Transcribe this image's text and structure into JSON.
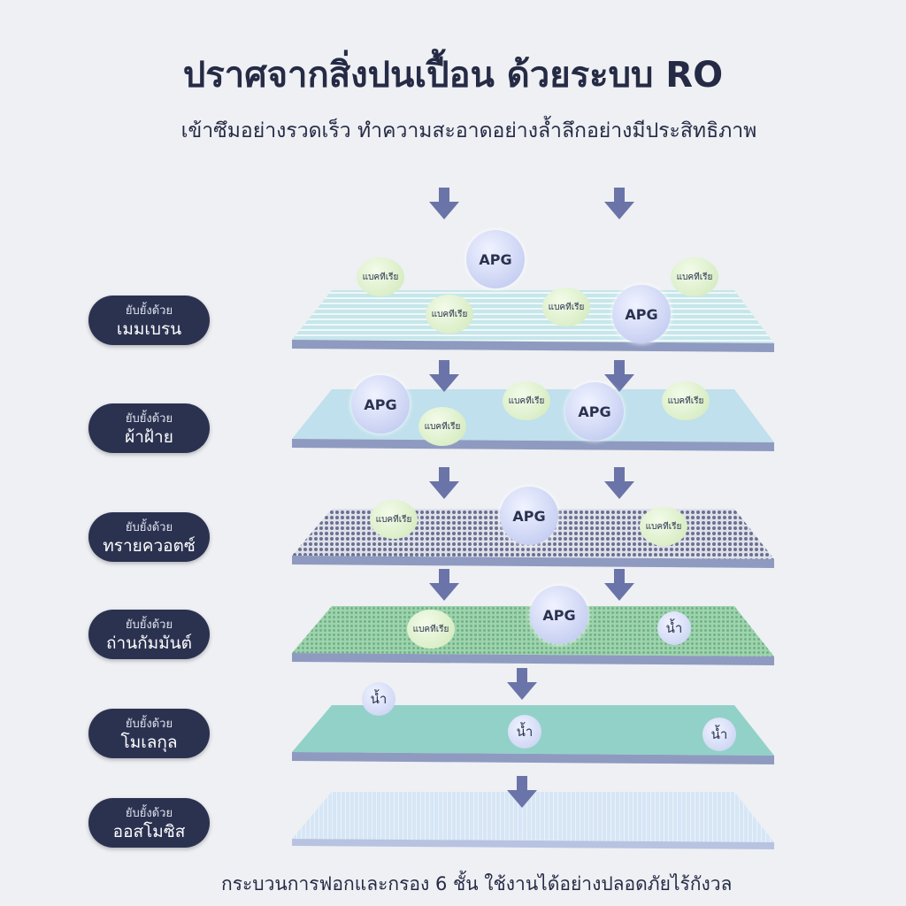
{
  "title": "ปราศจากสิ่งปนเปื้อน  ด้วยระบบ RO",
  "subtitle": "เข้าซึมอย่างรวดเร็ว ทำความสะอาดอย่างล้ำลึกอย่างมีประสิทธิภาพ",
  "footer": "กระบวนการฟอกและกรอง 6 ชั้น ใช้งานได้อย่างปลอดภัยไร้กังวล",
  "labels": [
    {
      "small": "ยับยั้งด้วย",
      "big": "เมมเบรน"
    },
    {
      "small": "ยับยั้งด้วย",
      "big": "ผ้าฝ้าย"
    },
    {
      "small": "ยับยั้งด้วย",
      "big": "ทรายควอตซ์"
    },
    {
      "small": "ยับยั้งด้วย",
      "big": "ถ่านกัมมันต์"
    },
    {
      "small": "ยับยั้งด้วย",
      "big": "โมเลกุล"
    },
    {
      "small": "ยับยั้งด้วย",
      "big": "ออสโมซิส"
    }
  ],
  "particles": {
    "apg": "APG",
    "bacteria": "แบคทีเรีย",
    "water": "น้ำ"
  },
  "colors": {
    "navy": "#2b3250",
    "arrow": "#6b74a8"
  }
}
